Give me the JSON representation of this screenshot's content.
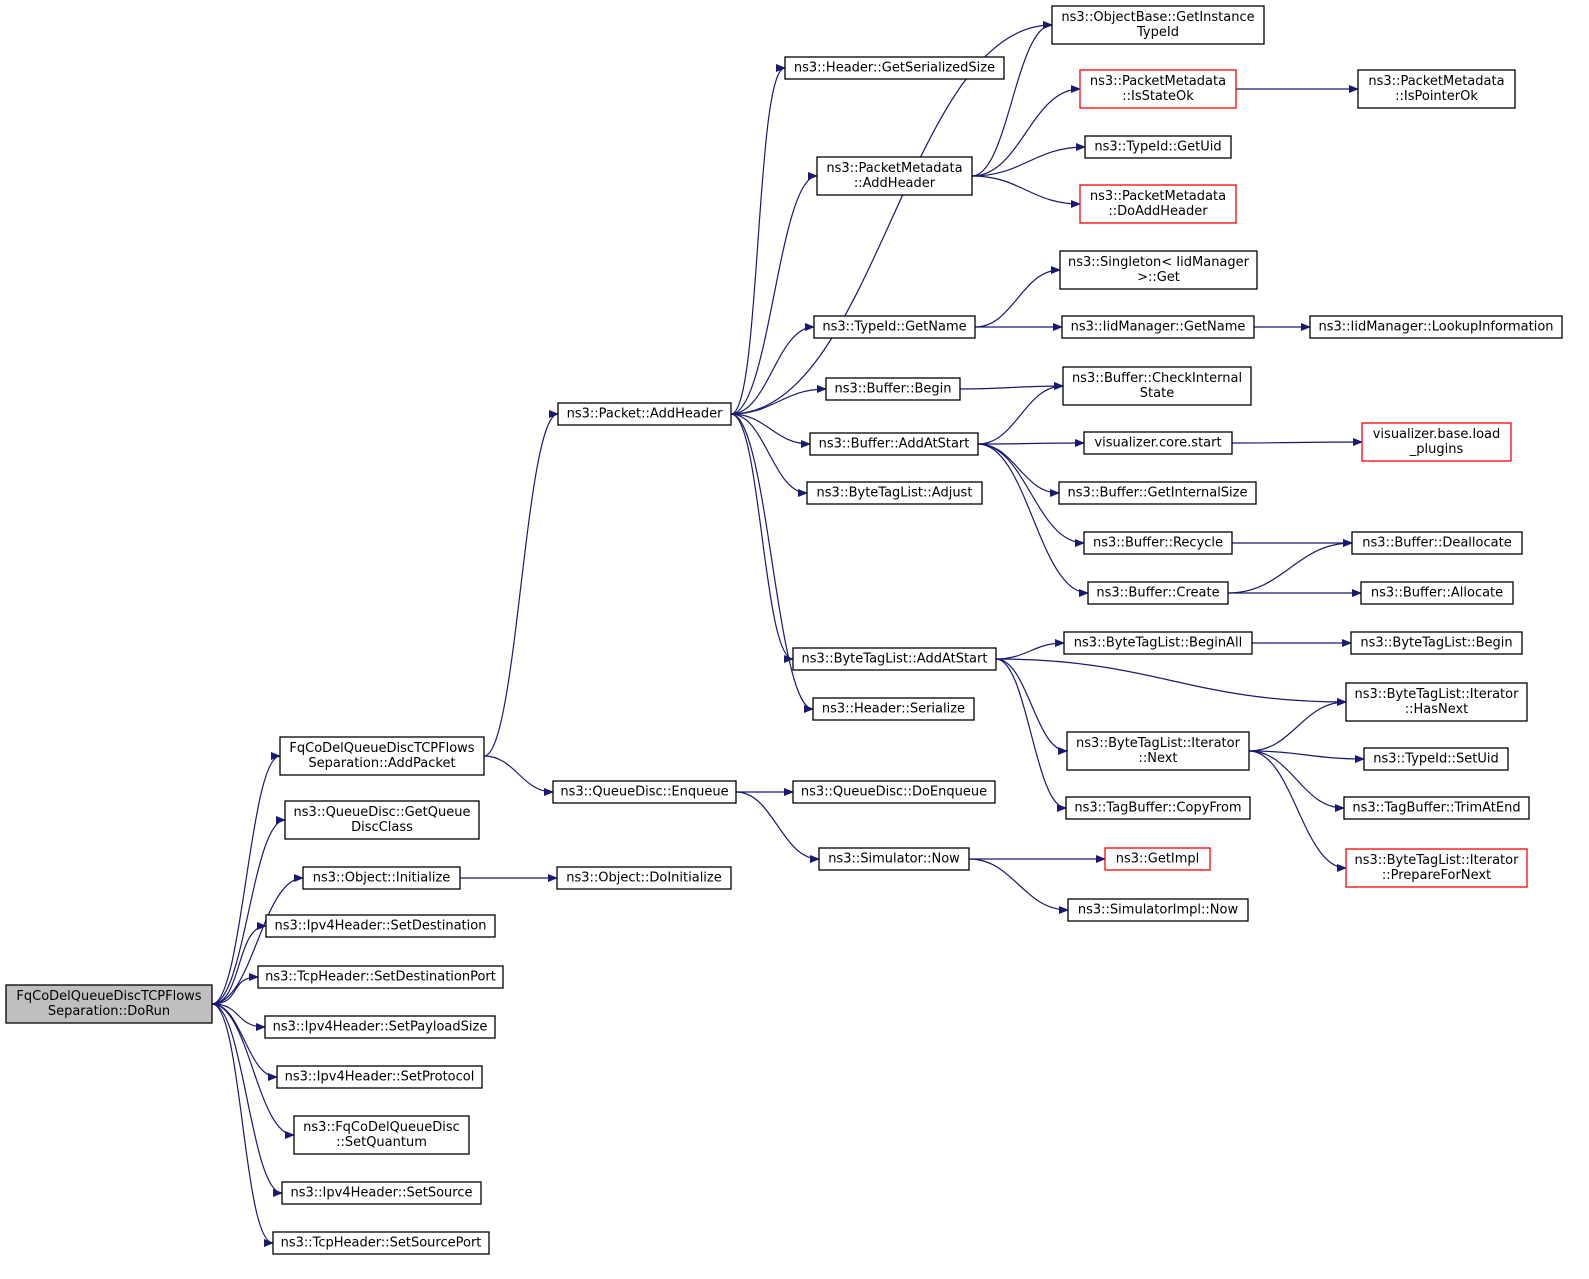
{
  "colors": {
    "edge": "#191970",
    "root_fill": "#bfbfbf",
    "red_border": "#ff0000",
    "node_border": "#000000"
  },
  "nodes": {
    "dorun": {
      "lines": [
        "FqCoDelQueueDiscTCPFlows",
        "Separation::DoRun"
      ],
      "style": "root"
    },
    "addpacket": {
      "lines": [
        "FqCoDelQueueDiscTCPFlows",
        "Separation::AddPacket"
      ]
    },
    "getqueuediscclass": {
      "lines": [
        "ns3::QueueDisc::GetQueue",
        "DiscClass"
      ]
    },
    "objinit": {
      "lines": [
        "ns3::Object::Initialize"
      ]
    },
    "setdest": {
      "lines": [
        "ns3::Ipv4Header::SetDestination"
      ]
    },
    "setdestport": {
      "lines": [
        "ns3::TcpHeader::SetDestinationPort"
      ]
    },
    "setpayload": {
      "lines": [
        "ns3::Ipv4Header::SetPayloadSize"
      ]
    },
    "setproto": {
      "lines": [
        "ns3::Ipv4Header::SetProtocol"
      ]
    },
    "setquantum": {
      "lines": [
        "ns3::FqCoDelQueueDisc",
        "::SetQuantum"
      ]
    },
    "setsource": {
      "lines": [
        "ns3::Ipv4Header::SetSource"
      ]
    },
    "setsrcport": {
      "lines": [
        "ns3::TcpHeader::SetSourcePort"
      ]
    },
    "pktaddheader": {
      "lines": [
        "ns3::Packet::AddHeader"
      ]
    },
    "enqueue": {
      "lines": [
        "ns3::QueueDisc::Enqueue"
      ]
    },
    "doinit": {
      "lines": [
        "ns3::Object::DoInitialize"
      ]
    },
    "getsersize": {
      "lines": [
        "ns3::Header::GetSerializedSize"
      ]
    },
    "pmaddheader": {
      "lines": [
        "ns3::PacketMetadata",
        "::AddHeader"
      ]
    },
    "typegetname": {
      "lines": [
        "ns3::TypeId::GetName"
      ]
    },
    "bufbegin": {
      "lines": [
        "ns3::Buffer::Begin"
      ]
    },
    "bufaddatstart": {
      "lines": [
        "ns3::Buffer::AddAtStart"
      ]
    },
    "btladjust": {
      "lines": [
        "ns3::ByteTagList::Adjust"
      ]
    },
    "btladdatstart": {
      "lines": [
        "ns3::ByteTagList::AddAtStart"
      ]
    },
    "hdrserialize": {
      "lines": [
        "ns3::Header::Serialize"
      ]
    },
    "doenqueue": {
      "lines": [
        "ns3::QueueDisc::DoEnqueue"
      ]
    },
    "simnow": {
      "lines": [
        "ns3::Simulator::Now"
      ]
    },
    "objbase": {
      "lines": [
        "ns3::ObjectBase::GetInstance",
        "TypeId"
      ]
    },
    "pmisstateok": {
      "lines": [
        "ns3::PacketMetadata",
        "::IsStateOk"
      ],
      "style": "red"
    },
    "typegetuid": {
      "lines": [
        "ns3::TypeId::GetUid"
      ]
    },
    "pmdoaddheader": {
      "lines": [
        "ns3::PacketMetadata",
        "::DoAddHeader"
      ],
      "style": "red"
    },
    "singleton": {
      "lines": [
        "ns3::Singleton< IidManager",
        ">::Get"
      ]
    },
    "iidgetname": {
      "lines": [
        "ns3::IidManager::GetName"
      ]
    },
    "bufcheck": {
      "lines": [
        "ns3::Buffer::CheckInternal",
        "State"
      ]
    },
    "vizstart": {
      "lines": [
        "visualizer.core.start"
      ]
    },
    "bufgetsize": {
      "lines": [
        "ns3::Buffer::GetInternalSize"
      ]
    },
    "bufrecycle": {
      "lines": [
        "ns3::Buffer::Recycle"
      ]
    },
    "bufcreate": {
      "lines": [
        "ns3::Buffer::Create"
      ]
    },
    "btlbeginall": {
      "lines": [
        "ns3::ByteTagList::BeginAll"
      ]
    },
    "btlitnext": {
      "lines": [
        "ns3::ByteTagList::Iterator",
        "::Next"
      ]
    },
    "tagcopy": {
      "lines": [
        "ns3::TagBuffer::CopyFrom"
      ]
    },
    "getimpl": {
      "lines": [
        "ns3::GetImpl"
      ],
      "style": "red"
    },
    "simimplnow": {
      "lines": [
        "ns3::SimulatorImpl::Now"
      ]
    },
    "pmispointerok": {
      "lines": [
        "ns3::PacketMetadata",
        "::IsPointerOk"
      ]
    },
    "iidlookup": {
      "lines": [
        "ns3::IidManager::LookupInformation"
      ]
    },
    "vizload": {
      "lines": [
        "visualizer.base.load",
        "_plugins"
      ],
      "style": "red"
    },
    "bufdealloc": {
      "lines": [
        "ns3::Buffer::Deallocate"
      ]
    },
    "bufalloc": {
      "lines": [
        "ns3::Buffer::Allocate"
      ]
    },
    "btlbegin": {
      "lines": [
        "ns3::ByteTagList::Begin"
      ]
    },
    "btlhasnext": {
      "lines": [
        "ns3::ByteTagList::Iterator",
        "::HasNext"
      ]
    },
    "typesetuid": {
      "lines": [
        "ns3::TypeId::SetUid"
      ]
    },
    "tagtrim": {
      "lines": [
        "ns3::TagBuffer::TrimAtEnd"
      ]
    },
    "btlprepare": {
      "lines": [
        "ns3::ByteTagList::Iterator",
        "::PrepareForNext"
      ],
      "style": "red"
    }
  },
  "edges": [
    [
      "dorun",
      "addpacket"
    ],
    [
      "dorun",
      "getqueuediscclass"
    ],
    [
      "dorun",
      "objinit"
    ],
    [
      "dorun",
      "setdest"
    ],
    [
      "dorun",
      "setdestport"
    ],
    [
      "dorun",
      "setpayload"
    ],
    [
      "dorun",
      "setproto"
    ],
    [
      "dorun",
      "setquantum"
    ],
    [
      "dorun",
      "setsource"
    ],
    [
      "dorun",
      "setsrcport"
    ],
    [
      "addpacket",
      "pktaddheader"
    ],
    [
      "addpacket",
      "enqueue"
    ],
    [
      "objinit",
      "doinit"
    ],
    [
      "pktaddheader",
      "getsersize"
    ],
    [
      "pktaddheader",
      "objbase"
    ],
    [
      "pktaddheader",
      "pmaddheader"
    ],
    [
      "pktaddheader",
      "typegetname"
    ],
    [
      "pktaddheader",
      "bufbegin"
    ],
    [
      "pktaddheader",
      "bufaddatstart"
    ],
    [
      "pktaddheader",
      "btladjust"
    ],
    [
      "pktaddheader",
      "btladdatstart"
    ],
    [
      "pktaddheader",
      "hdrserialize"
    ],
    [
      "enqueue",
      "doenqueue"
    ],
    [
      "enqueue",
      "simnow"
    ],
    [
      "pmaddheader",
      "objbase"
    ],
    [
      "pmaddheader",
      "pmisstateok"
    ],
    [
      "pmaddheader",
      "typegetuid"
    ],
    [
      "pmaddheader",
      "pmdoaddheader"
    ],
    [
      "typegetname",
      "singleton"
    ],
    [
      "typegetname",
      "iidgetname"
    ],
    [
      "bufbegin",
      "bufcheck"
    ],
    [
      "bufaddatstart",
      "bufcheck"
    ],
    [
      "bufaddatstart",
      "vizstart"
    ],
    [
      "bufaddatstart",
      "bufgetsize"
    ],
    [
      "bufaddatstart",
      "bufrecycle"
    ],
    [
      "bufaddatstart",
      "bufcreate"
    ],
    [
      "btladdatstart",
      "btlbeginall"
    ],
    [
      "btladdatstart",
      "btlhasnext"
    ],
    [
      "btladdatstart",
      "btlitnext"
    ],
    [
      "btladdatstart",
      "tagcopy"
    ],
    [
      "simnow",
      "getimpl"
    ],
    [
      "simnow",
      "simimplnow"
    ],
    [
      "pmisstateok",
      "pmispointerok"
    ],
    [
      "iidgetname",
      "iidlookup"
    ],
    [
      "vizstart",
      "vizload"
    ],
    [
      "bufrecycle",
      "bufdealloc"
    ],
    [
      "bufcreate",
      "bufdealloc"
    ],
    [
      "bufcreate",
      "bufalloc"
    ],
    [
      "btlbeginall",
      "btlbegin"
    ],
    [
      "btlitnext",
      "btlhasnext"
    ],
    [
      "btlitnext",
      "typesetuid"
    ],
    [
      "btlitnext",
      "tagtrim"
    ],
    [
      "btlitnext",
      "btlprepare"
    ]
  ]
}
